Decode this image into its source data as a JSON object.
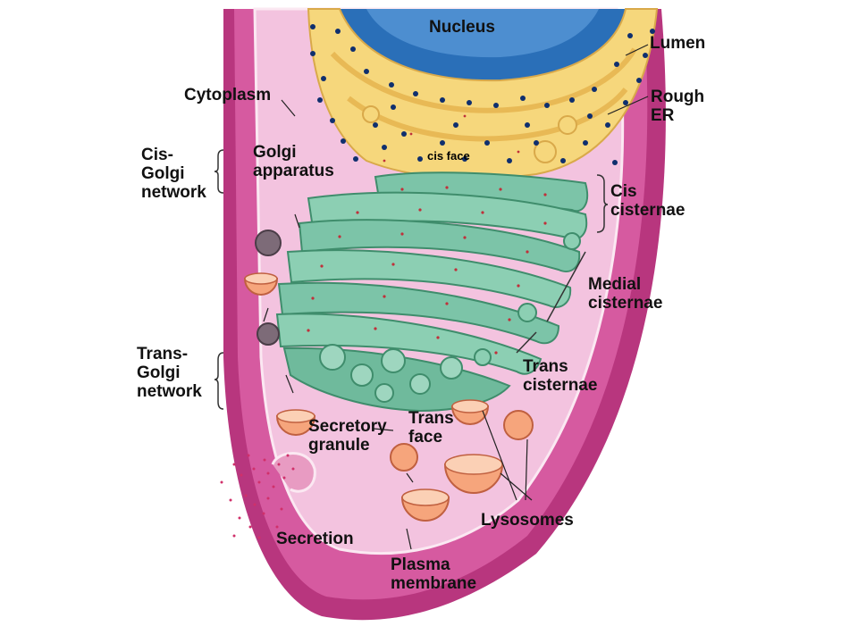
{
  "colors": {
    "membrane_outer": "#b8367e",
    "cytoplasm": "#f3c3df",
    "nucleus_blue": "#2a6fb8",
    "er_yellow": "#f6d77c",
    "ribosome": "#0f2f6e",
    "golgi_green": "#7cc4a8",
    "vesicle_orange": "#f6a57c",
    "secretion_dots": "#d0306a"
  },
  "labels": {
    "nucleus": "Nucleus",
    "lumen": "Lumen",
    "rough_er": "Rough\nER",
    "cytoplasm": "Cytoplasm",
    "cis_golgi_network": "Cis-\nGolgi\nnetwork",
    "golgi_apparatus": "Golgi\napparatus",
    "cis_face": "cis face",
    "cis_cisternae": "Cis\ncisternae",
    "medial_cisternae": "Medial\ncisternae",
    "trans_cisternae": "Trans\ncisternae",
    "trans_golgi_network": "Trans-\nGolgi\nnetwork",
    "secretory_granule": "Secretory\ngranule",
    "trans_face": "Trans\nface",
    "lysosomes": "Lysosomes",
    "secretion": "Secretion",
    "plasma_membrane": "Plasma\nmembrane"
  }
}
